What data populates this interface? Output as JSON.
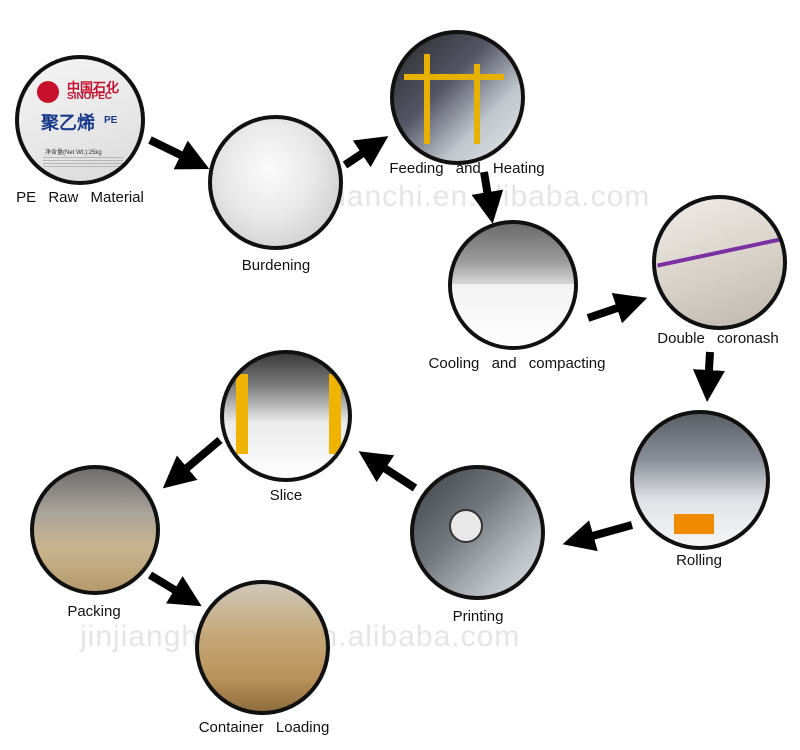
{
  "watermarks": [
    "jinjianghuanchi.en.alibaba.com",
    "jinjianghuanchi.en.alibaba.com"
  ],
  "bag": {
    "brand_cn": "中国石化",
    "brand_en": "SINOPEC",
    "product_cn": "聚乙烯",
    "product_suffix": "PE",
    "net_weight": "净含量(Net Wt.):25kg"
  },
  "steps": [
    {
      "label": "PE Raw Material"
    },
    {
      "label": "Burdening"
    },
    {
      "label": "Feeding and Heating"
    },
    {
      "label": "Cooling and compacting"
    },
    {
      "label": "Double coronash"
    },
    {
      "label": "Rolling"
    },
    {
      "label": "Printing"
    },
    {
      "label": "Slice"
    },
    {
      "label": "Packing"
    },
    {
      "label": "Container Loading"
    }
  ],
  "colors": {
    "arrow": "#000000",
    "border": "#111111"
  }
}
